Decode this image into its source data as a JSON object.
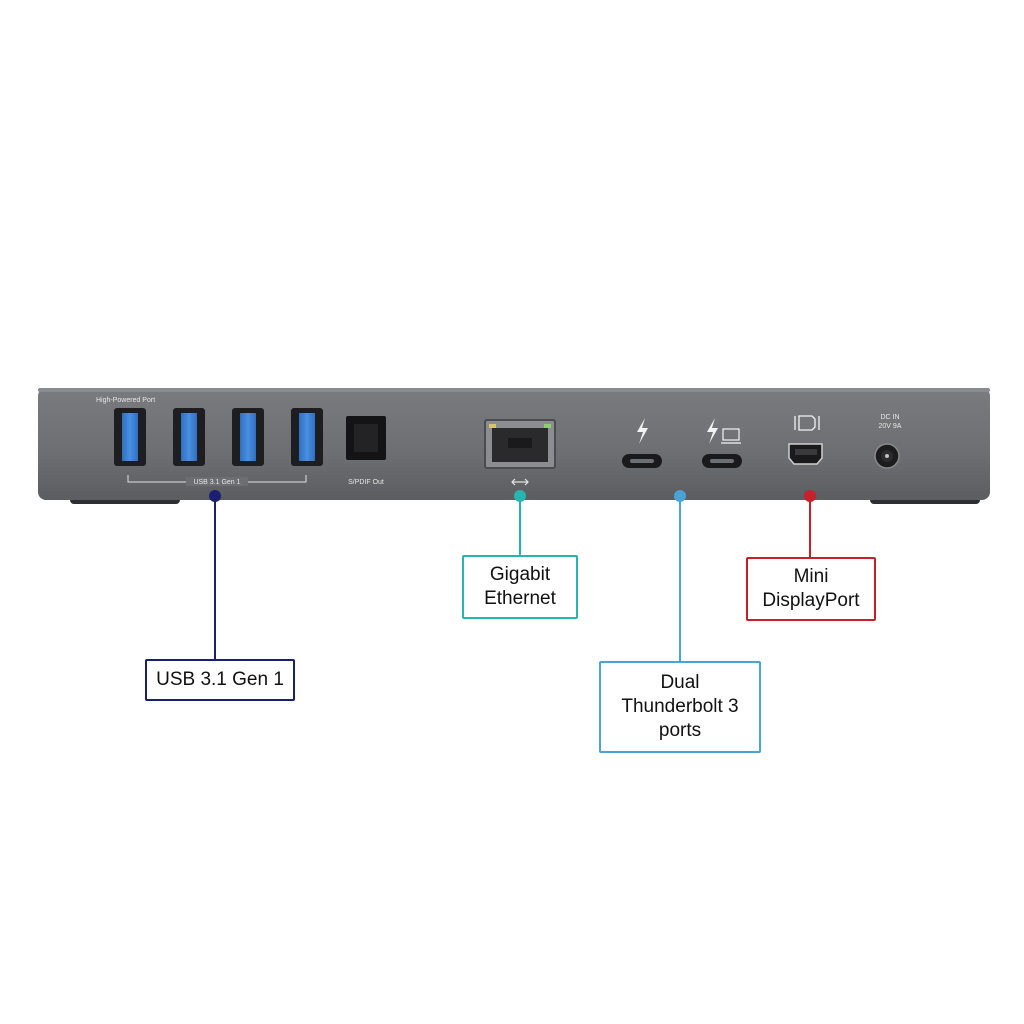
{
  "device": {
    "labels": {
      "high_powered": "High-Powered Port",
      "usb_group": "USB 3.1 Gen 1",
      "spdif": "S/PDIF Out",
      "dc_in": "DC IN",
      "dc_rating": "20V 9A"
    },
    "icons": {
      "ethernet": "ethernet-arrows-icon",
      "thunderbolt": "thunderbolt-bolt-icon",
      "thunderbolt_display": "thunderbolt-display-icon",
      "mini_dp": "mini-displayport-icon"
    },
    "colors": {
      "body": "#6f7073",
      "usb_blue": "#3b7fd1"
    }
  },
  "callouts": [
    {
      "id": "usb",
      "text": "USB 3.1 Gen 1",
      "color": "#1a1f71"
    },
    {
      "id": "ethernet",
      "text": "Gigabit\nEthernet",
      "color": "#26b5b0"
    },
    {
      "id": "thunderbolt",
      "text": "Dual\nThunderbolt 3\nports",
      "color": "#4aa3d6"
    },
    {
      "id": "minidp",
      "text": "Mini\nDisplayPort",
      "color": "#c8202b"
    }
  ]
}
